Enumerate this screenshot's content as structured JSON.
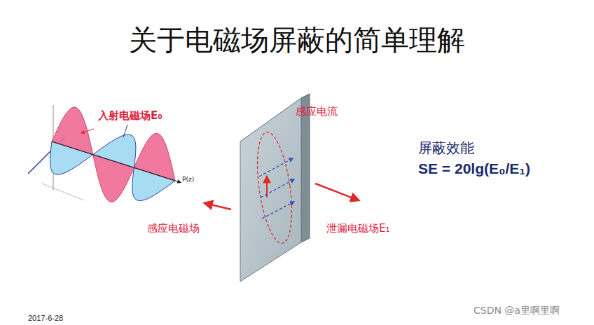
{
  "diagram": {
    "title": "关于电磁场屏蔽的简单理解",
    "labels": [
      "入射电磁场E₀",
      "P(z)",
      "感应电流",
      "感应电磁场",
      "泄漏电磁场E₁",
      "屏蔽效能",
      "SE = 20lg(E₀/E₁)",
      "2017-6-28",
      "CSDN @a里啊里啊"
    ]
  }
}
